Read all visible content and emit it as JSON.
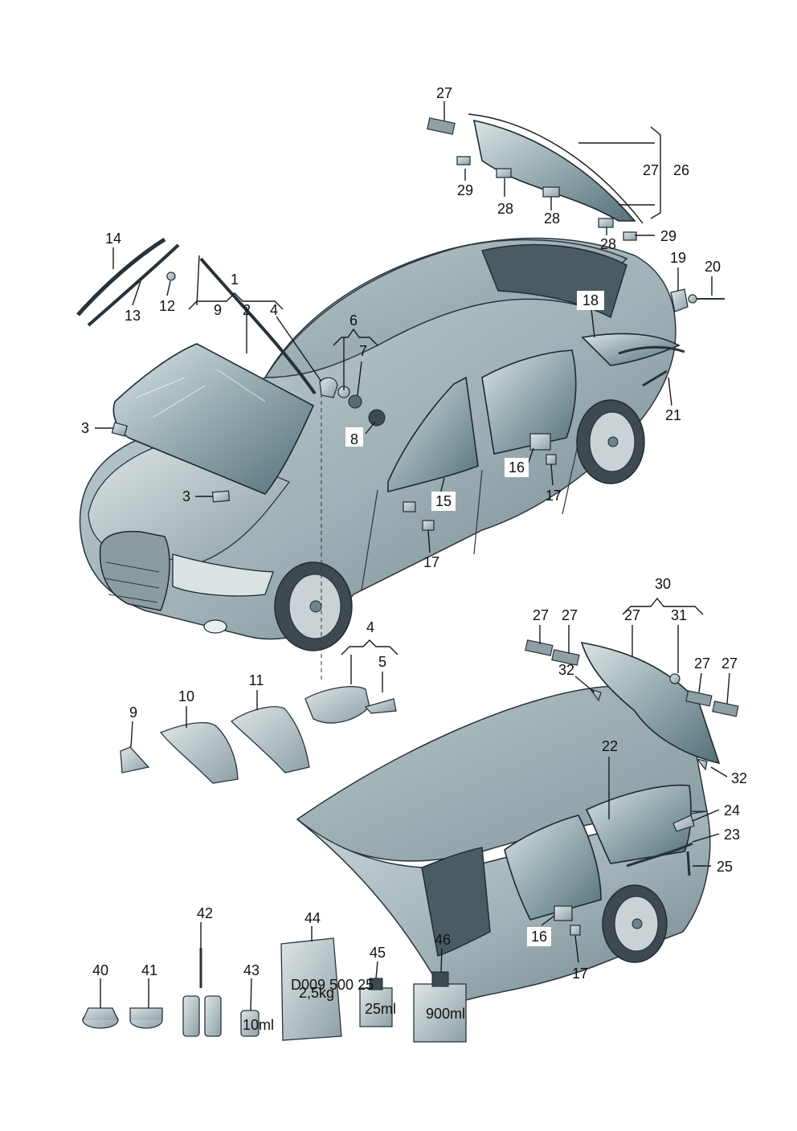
{
  "diagram": {
    "callouts": [
      {
        "id": "c27a",
        "text": "27"
      },
      {
        "id": "c29a",
        "text": "29"
      },
      {
        "id": "c28a",
        "text": "28"
      },
      {
        "id": "c28b",
        "text": "28"
      },
      {
        "id": "c28c",
        "text": "28"
      },
      {
        "id": "c29b",
        "text": "29"
      },
      {
        "id": "c27b",
        "text": "27"
      },
      {
        "id": "c26",
        "text": "26"
      },
      {
        "id": "c14",
        "text": "14"
      },
      {
        "id": "c13",
        "text": "13"
      },
      {
        "id": "c12",
        "text": "12"
      },
      {
        "id": "c1",
        "text": "1"
      },
      {
        "id": "c9a",
        "text": "9"
      },
      {
        "id": "c2",
        "text": "2"
      },
      {
        "id": "c4a",
        "text": "4"
      },
      {
        "id": "c6",
        "text": "6"
      },
      {
        "id": "c7",
        "text": "7"
      },
      {
        "id": "c8",
        "text": "8"
      },
      {
        "id": "c3a",
        "text": "3"
      },
      {
        "id": "c3b",
        "text": "3"
      },
      {
        "id": "c19",
        "text": "19"
      },
      {
        "id": "c20",
        "text": "20"
      },
      {
        "id": "c18",
        "text": "18"
      },
      {
        "id": "c21",
        "text": "21"
      },
      {
        "id": "c16a",
        "text": "16"
      },
      {
        "id": "c17a",
        "text": "17"
      },
      {
        "id": "c15",
        "text": "15"
      },
      {
        "id": "c17b",
        "text": "17"
      },
      {
        "id": "c4b",
        "text": "4"
      },
      {
        "id": "c5",
        "text": "5"
      },
      {
        "id": "c11",
        "text": "11"
      },
      {
        "id": "c10",
        "text": "10"
      },
      {
        "id": "c9b",
        "text": "9"
      },
      {
        "id": "c30",
        "text": "30"
      },
      {
        "id": "c27c",
        "text": "27"
      },
      {
        "id": "c31",
        "text": "31"
      },
      {
        "id": "c27d",
        "text": "27"
      },
      {
        "id": "c27e",
        "text": "27"
      },
      {
        "id": "c32a",
        "text": "32"
      },
      {
        "id": "c27f",
        "text": "27"
      },
      {
        "id": "c27g",
        "text": "27"
      },
      {
        "id": "c32b",
        "text": "32"
      },
      {
        "id": "c22",
        "text": "22"
      },
      {
        "id": "c24",
        "text": "24"
      },
      {
        "id": "c23",
        "text": "23"
      },
      {
        "id": "c25",
        "text": "25"
      },
      {
        "id": "c16b",
        "text": "16"
      },
      {
        "id": "c17c",
        "text": "17"
      },
      {
        "id": "c40",
        "text": "40"
      },
      {
        "id": "c41",
        "text": "41"
      },
      {
        "id": "c42",
        "text": "42"
      },
      {
        "id": "c43",
        "text": "43"
      },
      {
        "id": "c44",
        "text": "44"
      },
      {
        "id": "c45",
        "text": "45"
      },
      {
        "id": "c46",
        "text": "46"
      }
    ],
    "product_labels": {
      "tube_43": "10ml",
      "bag_44_line1": "D009 500 25",
      "bag_44_line2": "2,5kg",
      "bottle_45": "25ml",
      "bottle_46": "900ml"
    },
    "colors": {
      "body": "#9fb1b6",
      "glass": "#6f8a8f",
      "outline": "#1e2830"
    }
  }
}
